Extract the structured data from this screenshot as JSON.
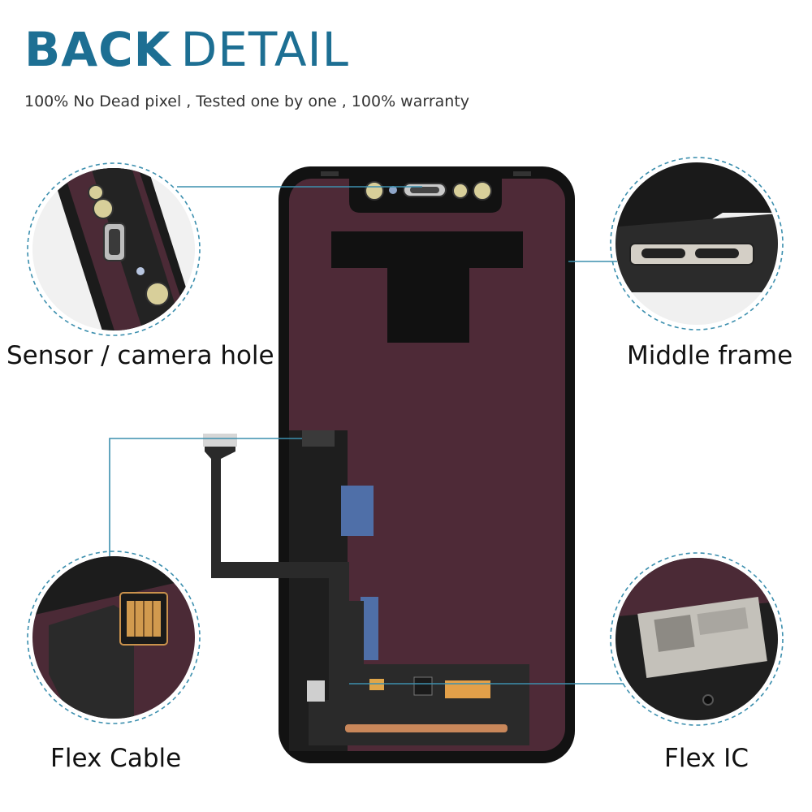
{
  "header": {
    "title_bold": "BACK",
    "title_light": "DETAIL",
    "subtitle": "100% No Dead pixel , Tested one by one , 100% warranty"
  },
  "callouts": [
    {
      "id": "sensor",
      "label": "Sensor / camera hole"
    },
    {
      "id": "middle",
      "label": "Middle frame"
    },
    {
      "id": "flex-cable",
      "label": "Flex Cable"
    },
    {
      "id": "flex-ic",
      "label": "Flex IC"
    }
  ],
  "colors": {
    "accent": "#1d6f93",
    "panel": "#4e2a37",
    "bezel": "#121212",
    "flex": "#2a2a2a",
    "leader": "#3c8fae"
  }
}
